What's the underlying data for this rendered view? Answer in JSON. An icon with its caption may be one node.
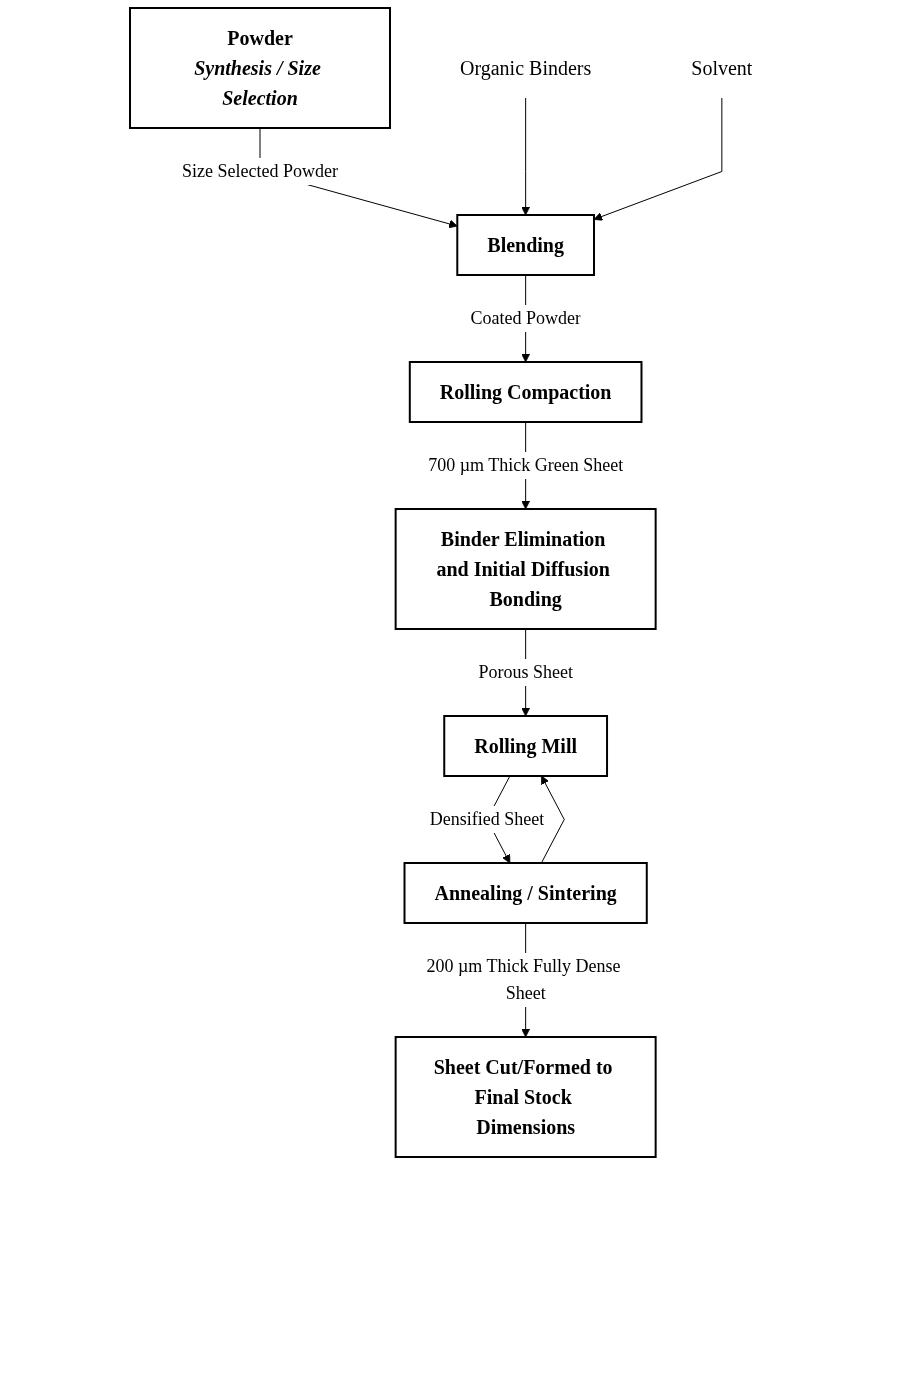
{
  "diagram": {
    "nodes": [
      {
        "text": [
          "Powder",
          "Synthesis / Size Selection"
        ]
      },
      {
        "text": [
          "Organic Binders"
        ]
      },
      {
        "text": [
          "Solvent"
        ]
      },
      {
        "text": [
          "Blending"
        ]
      },
      {
        "text": [
          "Rolling Compaction"
        ]
      },
      {
        "text": [
          "Binder Elimination and Initial Diffusion Bonding"
        ]
      },
      {
        "text": [
          "Rolling Mill"
        ]
      },
      {
        "text": [
          "Annealing / Sintering"
        ]
      },
      {
        "text": [
          "Sheet Cut/Formed to Final Stock Dimensions"
        ]
      }
    ],
    "edges": [
      {
        "from": 0,
        "to": 3,
        "arrow": "to",
        "label": "Size Selected Powder"
      },
      {
        "from": 1,
        "to": 3,
        "arrow": "to"
      },
      {
        "from": 2,
        "to": 3,
        "arrow": "to"
      },
      {
        "from": 3,
        "to": 4,
        "arrow": "to",
        "label": "Coated Powder"
      },
      {
        "from": 4,
        "to": 5,
        "arrow": "to",
        "label": "700 µm Thick Green Sheet"
      },
      {
        "from": 5,
        "to": 6,
        "arrow": "to",
        "label": "Porous Sheet"
      },
      {
        "from": 6,
        "to": 7,
        "arrow": "to",
        "label": "Densified Sheet"
      },
      {
        "from": 7,
        "to": 6,
        "arrow": "to"
      },
      {
        "from": 7,
        "to": 8,
        "arrow": "to",
        "label": "200 µm Thick Fully Dense Sheet"
      }
    ]
  }
}
